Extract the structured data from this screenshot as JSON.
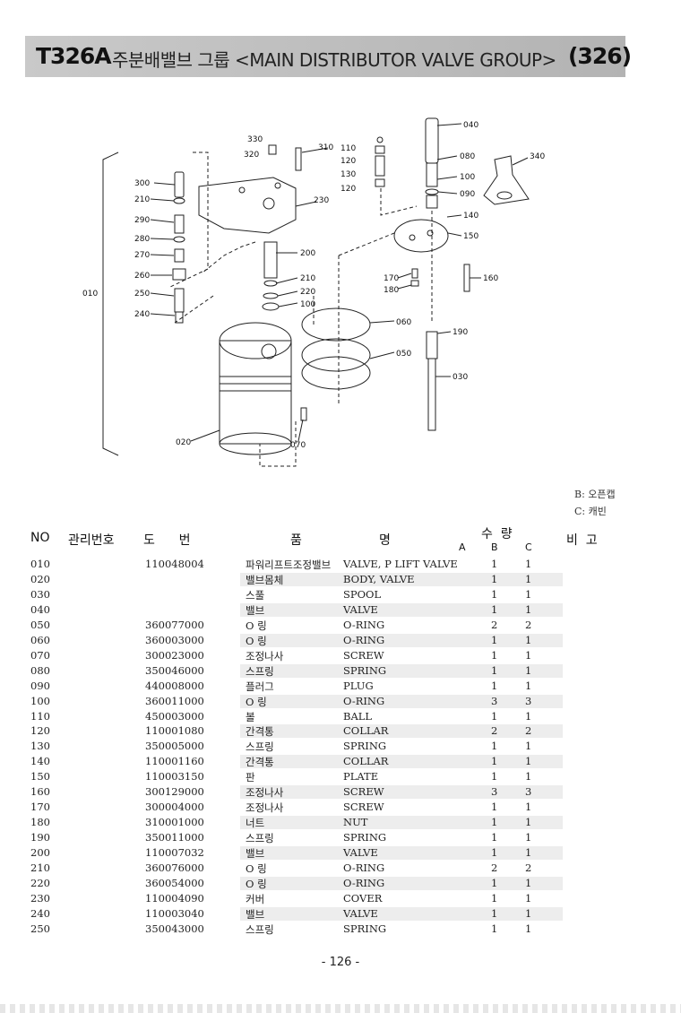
{
  "header": {
    "code": "T326A",
    "title": "주분배밸브 그룹 <MAIN DISTRIBUTOR VALVE GROUP>",
    "page_ref": "(326)"
  },
  "diagram": {
    "callouts": [
      "330",
      "320",
      "310",
      "110",
      "120",
      "130",
      "120",
      "040",
      "080",
      "340",
      "300",
      "210",
      "230",
      "100",
      "090",
      "290",
      "140",
      "280",
      "150",
      "270",
      "200",
      "260",
      "210",
      "170",
      "160",
      "250",
      "220",
      "180",
      "010",
      "240",
      "100",
      "060",
      "190",
      "050",
      "030",
      "020",
      "070"
    ]
  },
  "legend": [
    "B: 오픈캡",
    "C: 캐빈"
  ],
  "table": {
    "headers": {
      "no": "NO",
      "mgmt": "관리번호",
      "drawing": "도      번",
      "name_left": "품",
      "name_right": "명",
      "qty": "수  량",
      "qty_a": "A",
      "qty_b": "B",
      "qty_c": "C",
      "remarks": "비  고"
    },
    "rows": [
      {
        "no": "010",
        "part": "110048004",
        "ko": "파워리프트조정밸브",
        "en": "VALVE, P LIFT VALVE",
        "b": "1",
        "c": "1"
      },
      {
        "no": "020",
        "part": "",
        "ko": "밸브몸체",
        "en": "BODY, VALVE",
        "b": "1",
        "c": "1"
      },
      {
        "no": "030",
        "part": "",
        "ko": "스풀",
        "en": "SPOOL",
        "b": "1",
        "c": "1"
      },
      {
        "no": "040",
        "part": "",
        "ko": "밸브",
        "en": "VALVE",
        "b": "1",
        "c": "1"
      },
      {
        "no": "050",
        "part": "360077000",
        "ko": "O 링",
        "en": "O-RING",
        "b": "2",
        "c": "2"
      },
      {
        "no": "060",
        "part": "360003000",
        "ko": "O 링",
        "en": "O-RING",
        "b": "1",
        "c": "1"
      },
      {
        "no": "070",
        "part": "300023000",
        "ko": "조정나사",
        "en": "SCREW",
        "b": "1",
        "c": "1"
      },
      {
        "no": "080",
        "part": "350046000",
        "ko": "스프링",
        "en": "SPRING",
        "b": "1",
        "c": "1"
      },
      {
        "no": "090",
        "part": "440008000",
        "ko": "플러그",
        "en": "PLUG",
        "b": "1",
        "c": "1"
      },
      {
        "no": "100",
        "part": "360011000",
        "ko": "O 링",
        "en": "O-RING",
        "b": "3",
        "c": "3"
      },
      {
        "no": "110",
        "part": "450003000",
        "ko": "볼",
        "en": "BALL",
        "b": "1",
        "c": "1"
      },
      {
        "no": "120",
        "part": "110001080",
        "ko": "간격통",
        "en": "COLLAR",
        "b": "2",
        "c": "2"
      },
      {
        "no": "130",
        "part": "350005000",
        "ko": "스프링",
        "en": "SPRING",
        "b": "1",
        "c": "1"
      },
      {
        "no": "140",
        "part": "110001160",
        "ko": "간격통",
        "en": "COLLAR",
        "b": "1",
        "c": "1"
      },
      {
        "no": "150",
        "part": "110003150",
        "ko": "판",
        "en": "PLATE",
        "b": "1",
        "c": "1"
      },
      {
        "no": "160",
        "part": "300129000",
        "ko": "조정나사",
        "en": "SCREW",
        "b": "3",
        "c": "3"
      },
      {
        "no": "170",
        "part": "300004000",
        "ko": "조정나사",
        "en": "SCREW",
        "b": "1",
        "c": "1"
      },
      {
        "no": "180",
        "part": "310001000",
        "ko": "너트",
        "en": "NUT",
        "b": "1",
        "c": "1"
      },
      {
        "no": "190",
        "part": "350011000",
        "ko": "스프링",
        "en": "SPRING",
        "b": "1",
        "c": "1"
      },
      {
        "no": "200",
        "part": "110007032",
        "ko": "밸브",
        "en": "VALVE",
        "b": "1",
        "c": "1"
      },
      {
        "no": "210",
        "part": "360076000",
        "ko": "O 링",
        "en": "O-RING",
        "b": "2",
        "c": "2"
      },
      {
        "no": "220",
        "part": "360054000",
        "ko": "O 링",
        "en": "O-RING",
        "b": "1",
        "c": "1"
      },
      {
        "no": "230",
        "part": "110004090",
        "ko": "커버",
        "en": "COVER",
        "b": "1",
        "c": "1"
      },
      {
        "no": "240",
        "part": "110003040",
        "ko": "밸브",
        "en": "VALVE",
        "b": "1",
        "c": "1"
      },
      {
        "no": "250",
        "part": "350043000",
        "ko": "스프링",
        "en": "SPRING",
        "b": "1",
        "c": "1"
      }
    ]
  },
  "footer": {
    "page_number": "- 126 -"
  }
}
